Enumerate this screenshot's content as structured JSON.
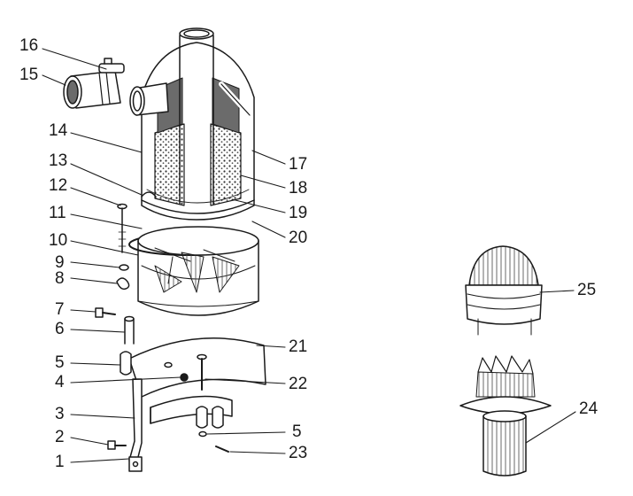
{
  "labels": {
    "l1": "1",
    "l2": "2",
    "l3": "3",
    "l4": "4",
    "l5a": "5",
    "l5b": "5",
    "l6": "6",
    "l7": "7",
    "l8": "8",
    "l9": "9",
    "l10": "10",
    "l11": "11",
    "l12": "12",
    "l13": "13",
    "l14": "14",
    "l15": "15",
    "l16": "16",
    "l17": "17",
    "l18": "18",
    "l19": "19",
    "l20": "20",
    "l21": "21",
    "l22": "22",
    "l23": "23",
    "l24": "24",
    "l25": "25"
  },
  "colors": {
    "ink": "#1a1a1a",
    "paper": "#ffffff",
    "shade": "#6b6b6b"
  }
}
